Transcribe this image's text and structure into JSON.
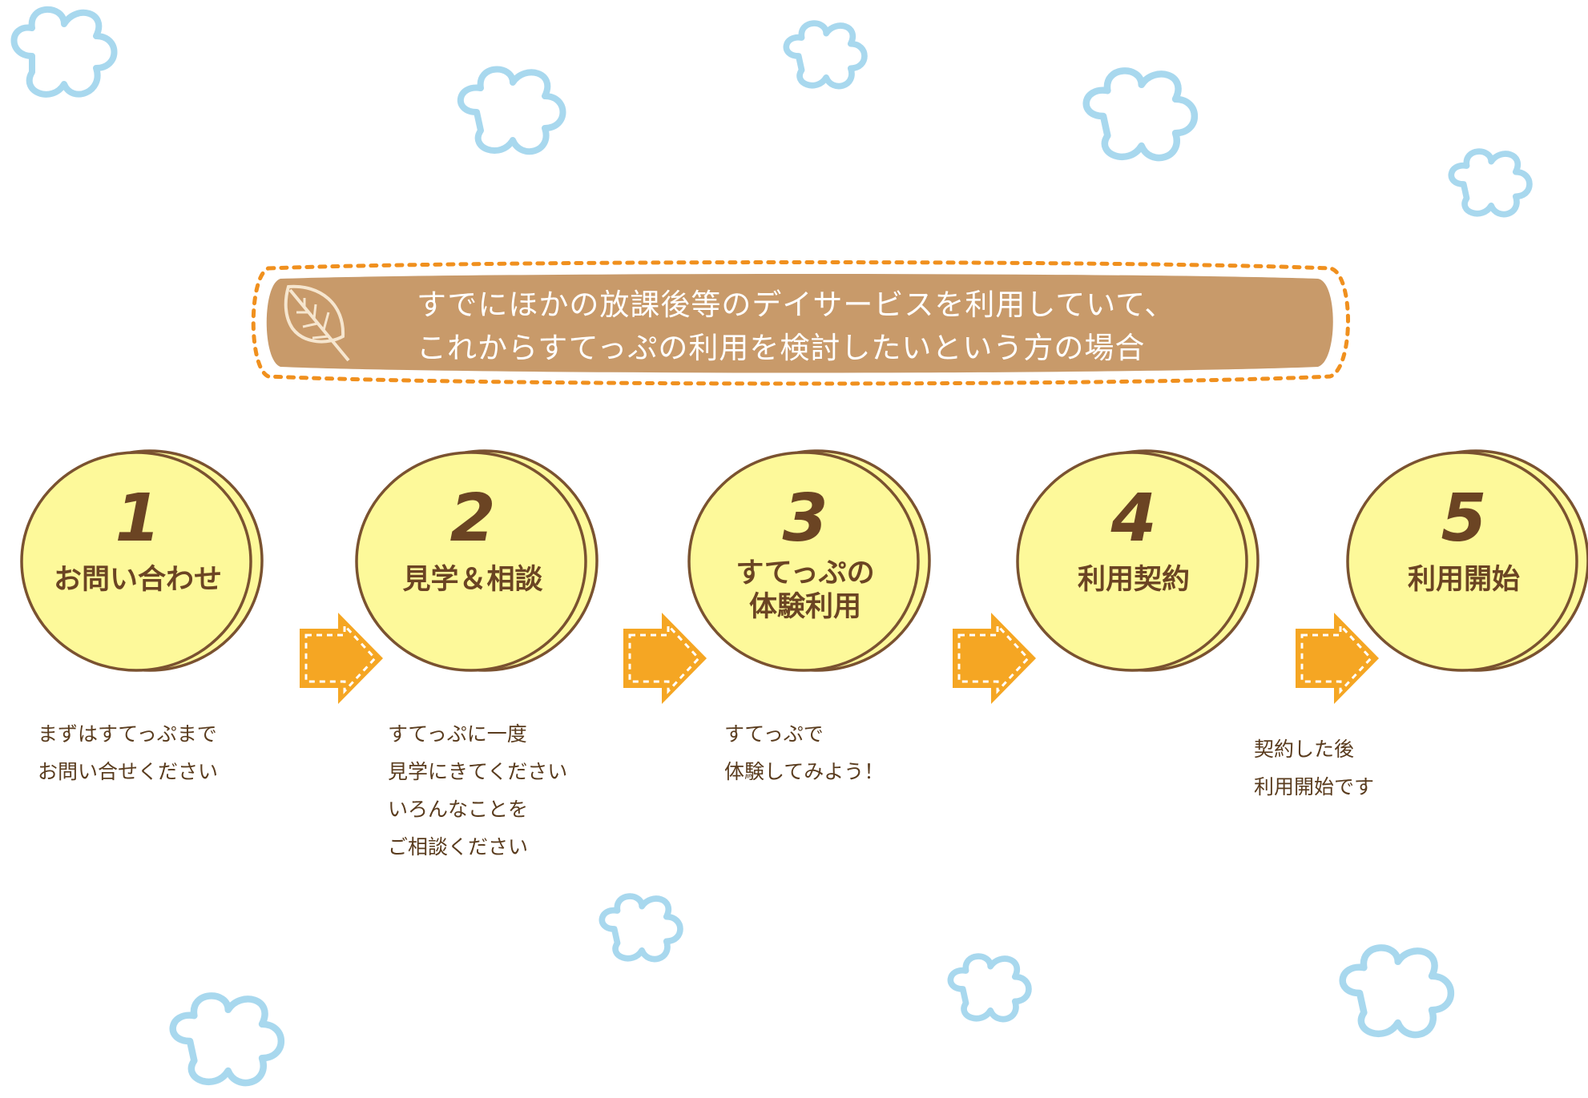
{
  "banner": {
    "line1": "すでにほかの放課後等のデイサービスを利用していて、",
    "line2": "これからすてっぷの利用を検討したいという方の場合"
  },
  "steps": [
    {
      "number": "1",
      "label_line1": "お問い合わせ",
      "label_line2": ""
    },
    {
      "number": "2",
      "label_line1": "見学＆相談",
      "label_line2": ""
    },
    {
      "number": "3",
      "label_line1": "すてっぷの",
      "label_line2": "体験利用"
    },
    {
      "number": "4",
      "label_line1": "利用契約",
      "label_line2": ""
    },
    {
      "number": "5",
      "label_line1": "利用開始",
      "label_line2": ""
    }
  ],
  "descriptions": [
    {
      "lines": [
        "まずはすてっぷまで",
        "お問い合せください"
      ]
    },
    {
      "lines": [
        "すてっぷに一度",
        "見学にきてください",
        "いろんなことを",
        "ご相談ください"
      ]
    },
    {
      "lines": [
        "すてっぷで",
        "体験してみよう！"
      ]
    },
    {
      "lines": [
        "契約した後",
        "利用開始です"
      ]
    }
  ],
  "colors": {
    "circle_fill": "#fdf99a",
    "circle_stroke": "#7a5230",
    "banner_fill": "#c89a6a",
    "banner_dots": "#f0901e",
    "arrow_fill": "#f5a623",
    "flower_stroke": "#a8d8ee"
  }
}
